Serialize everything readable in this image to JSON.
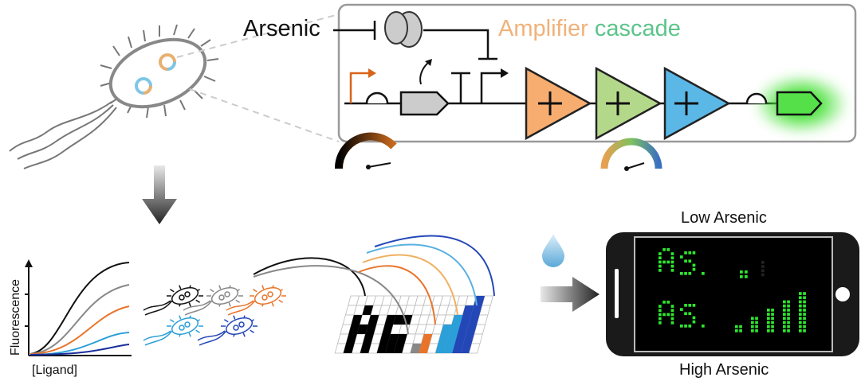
{
  "circuit": {
    "input_label": "Arsenic",
    "title_words": [
      {
        "text": "Amplifier",
        "color": "#f0b27a"
      },
      {
        "text": "cascade",
        "color": "#5cc48a"
      }
    ],
    "amplifier_colors": [
      "#f6ad6f",
      "#b4d88a",
      "#5bb7e6"
    ],
    "gfp_color": "#55e04a"
  },
  "plot": {
    "ylabel": "Fluorescence",
    "xlabel": "[Ligand]",
    "curve_colors": [
      "#111111",
      "#888888",
      "#e8742a",
      "#2a9fd8",
      "#1a2f9c"
    ]
  },
  "cell_colors": [
    "#111111",
    "#888888",
    "#e8742a",
    "#2a9fd8",
    "#2447b8"
  ],
  "phone": {
    "top_label": "Low Arsenic",
    "bottom_label": "High Arsenic",
    "display_text": "As",
    "led_color": "#2ee62e"
  }
}
